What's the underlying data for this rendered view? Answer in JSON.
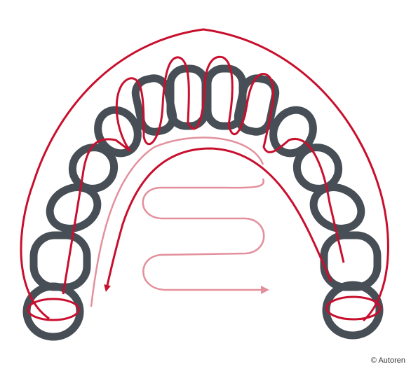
{
  "credit": "© Autoren",
  "colors": {
    "teeth_outline": "#474e56",
    "path_strong": "#c8102e",
    "path_faint": "#e3909c",
    "background": "#ffffff"
  },
  "icons": {
    "path_end_arrow": "arrowhead",
    "faint_path_end_arrow": "arrowhead"
  }
}
